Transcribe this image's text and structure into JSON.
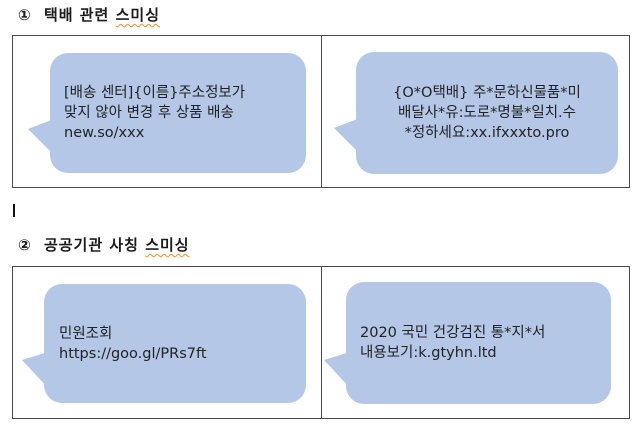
{
  "sections": [
    {
      "number": "①",
      "title_plain": "택배 관련",
      "title_spell": "스미싱",
      "messages": [
        {
          "text": "[배송 센터]{이름}주소정보가\n맞지 않아 변경 후 상품 배송\nnew.so/xxx"
        },
        {
          "text": "{O*O택배} 주*문하신물품*미\n배달사*유:도로*명불*일치.수\n*정하세요:xx.ifxxxto.pro"
        }
      ]
    },
    {
      "number": "②",
      "title_plain": "공공기관 사칭",
      "title_spell": "스미싱",
      "messages": [
        {
          "text": "민원조회\nhttps://goo.gl/PRs7ft"
        },
        {
          "text": "2020 국민 건강검진 통*지*서\n내용보기:k.gtyhn.ltd"
        }
      ]
    }
  ],
  "colors": {
    "bubble": "#b4c7e7",
    "border": "#4a4a4a",
    "spellcheck_underline": "#e8903a"
  }
}
